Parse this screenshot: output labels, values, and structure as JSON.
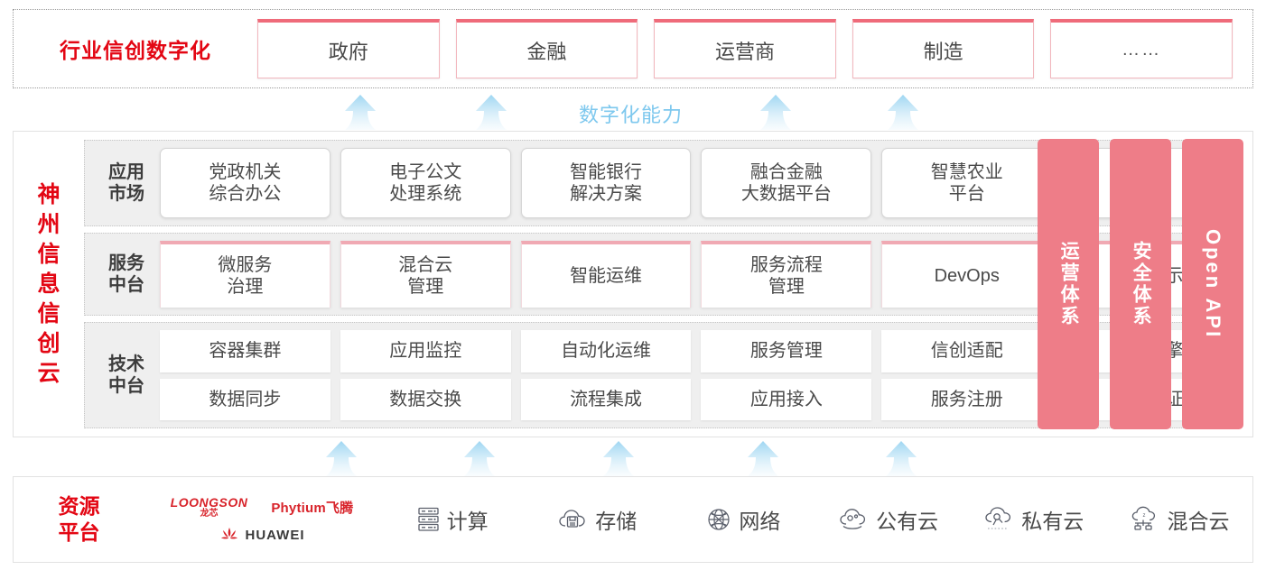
{
  "industry": {
    "title": "行业信创数字化",
    "boxes": [
      {
        "label": "政府"
      },
      {
        "label": "金融"
      },
      {
        "label": "运营商"
      },
      {
        "label": "制造"
      },
      {
        "label": "……"
      }
    ]
  },
  "capability_label": "数字化能力",
  "cloud": {
    "title_chars": [
      "神",
      "州",
      "信",
      "息",
      "信",
      "创",
      "云"
    ],
    "layers": [
      {
        "label_top": "应用",
        "label_bottom": "市场",
        "cells": [
          "党政机关\n综合办公",
          "电子公文\n处理系统",
          "智能银行\n解决方案",
          "融合金融\n大数据平台",
          "智慧农业\n平台",
          "……"
        ]
      },
      {
        "label_top": "服务",
        "label_bottom": "中台",
        "cells": [
          "微服务\n治理",
          "混合云\n管理",
          "智能运维",
          "服务流程\n管理",
          "DevOps",
          "大屏展示"
        ]
      },
      {
        "label_top": "技术",
        "label_bottom": "中台",
        "row1": [
          "容器集群",
          "应用监控",
          "自动化运维",
          "服务管理",
          "信创适配",
          "流程引擎"
        ],
        "row2": [
          "数据同步",
          "数据交换",
          "流程集成",
          "应用接入",
          "服务注册",
          "统一认证"
        ]
      }
    ],
    "pillars": [
      {
        "label": "运营体系",
        "latin": false
      },
      {
        "label": "安全体系",
        "latin": false
      },
      {
        "label": "Open API",
        "latin": true
      }
    ]
  },
  "resource": {
    "title_line1": "资源",
    "title_line2": "平台",
    "logos": [
      {
        "name": "loongson",
        "en": "LOONGSON",
        "cn": "龙芯"
      },
      {
        "name": "phytium",
        "text": "Phytium飞腾"
      },
      {
        "name": "huawei",
        "text": "HUAWEI"
      }
    ],
    "items": [
      {
        "icon": "server-icon",
        "label": "计算"
      },
      {
        "icon": "cloud-storage-icon",
        "label": "存储"
      },
      {
        "icon": "network-icon",
        "label": "网络"
      },
      {
        "icon": "public-cloud-icon",
        "label": "公有云"
      },
      {
        "icon": "private-cloud-icon",
        "label": "私有云"
      },
      {
        "icon": "hybrid-cloud-icon",
        "label": "混合云"
      }
    ]
  },
  "colors": {
    "brand_red": "#e30613",
    "pillar_pink": "#ee7d88",
    "arrow_blue": "#9ed6f2",
    "capability_blue": "#7ec8ee",
    "band_gray": "#efefef"
  }
}
